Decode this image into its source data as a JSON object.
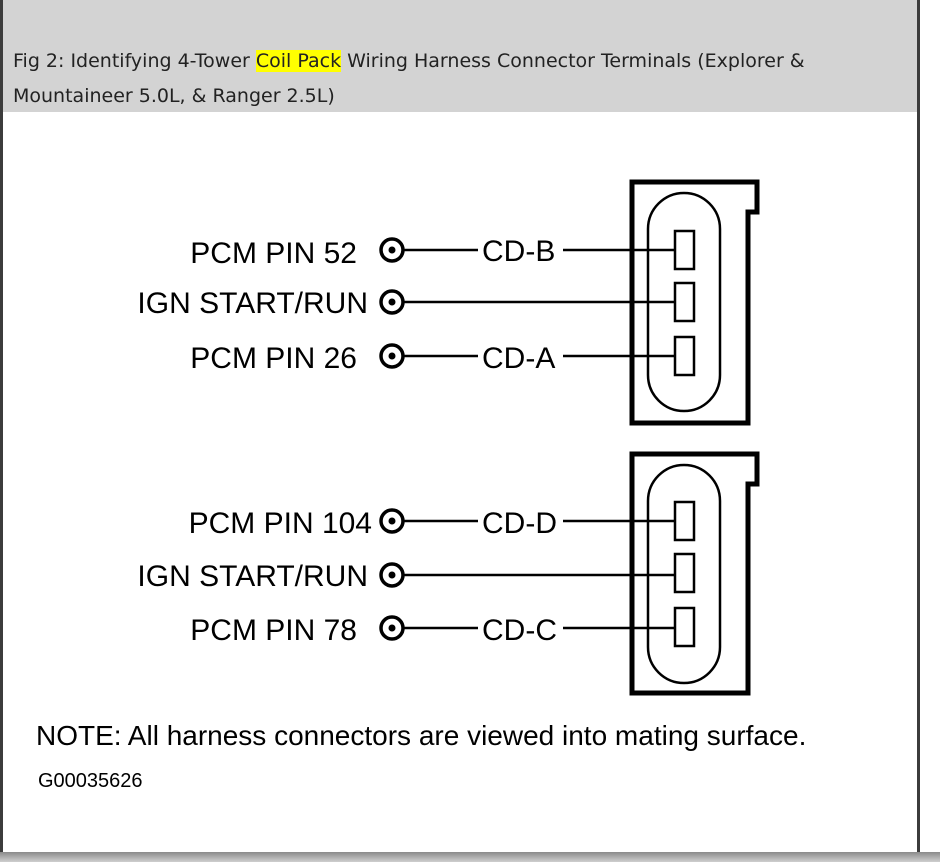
{
  "caption": {
    "prefix": "Fig 2: Identifying 4-Tower ",
    "highlight": "Coil Pack",
    "suffix": " Wiring Harness Connector Terminals (Explorer & Mountaineer 5.0L, & Ranger 2.5L)"
  },
  "connector_top": {
    "wires": [
      {
        "label": "PCM PIN 52",
        "circuit": "CD-B"
      },
      {
        "label": "IGN START/RUN",
        "circuit": ""
      },
      {
        "label": "PCM PIN 26",
        "circuit": "CD-A"
      }
    ]
  },
  "connector_bottom": {
    "wires": [
      {
        "label": "PCM PIN 104",
        "circuit": "CD-D"
      },
      {
        "label": "IGN START/RUN",
        "circuit": ""
      },
      {
        "label": "PCM PIN 78",
        "circuit": "CD-C"
      }
    ]
  },
  "note": "NOTE:  All harness connectors are viewed into mating surface.",
  "figure_code": "G00035626"
}
